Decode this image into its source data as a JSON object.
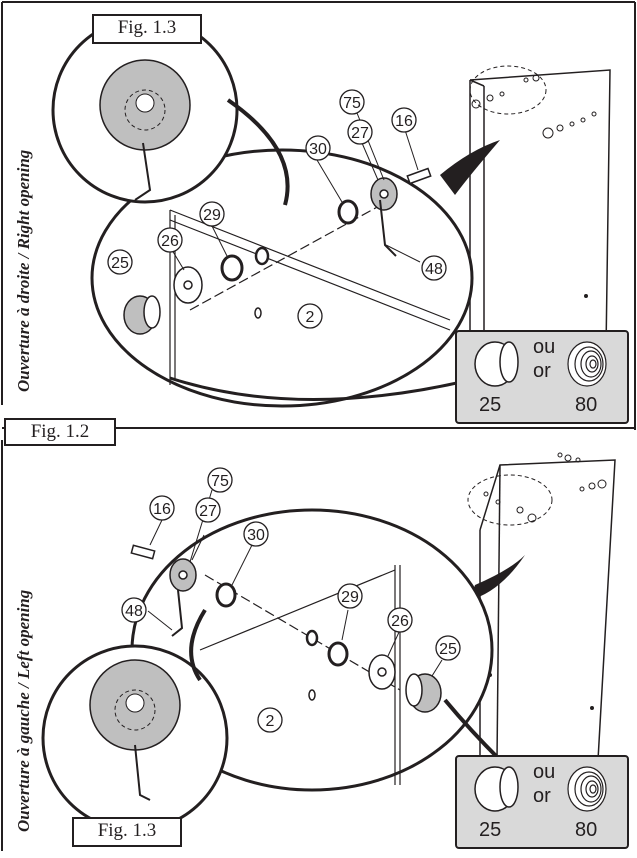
{
  "figures": {
    "fig_1_2": "Fig. 1.2",
    "fig_1_3_top": "Fig. 1.3",
    "fig_1_3_bottom": "Fig. 1.3"
  },
  "side_labels": {
    "top": "Ouverture à droite / Right opening",
    "bottom": "Ouverture à gauche / Left opening"
  },
  "top_panel": {
    "callouts": {
      "p75": "75",
      "p27": "27",
      "p16": "16",
      "p30": "30",
      "p29": "29",
      "p26": "26",
      "p25": "25",
      "p48": "48",
      "p2": "2"
    },
    "inset": {
      "ou": "ou",
      "or": "or",
      "left_num": "25",
      "right_num": "80"
    }
  },
  "bottom_panel": {
    "callouts": {
      "p75": "75",
      "p16": "16",
      "p27": "27",
      "p30": "30",
      "p48": "48",
      "p29": "29",
      "p26": "26",
      "p25": "25",
      "p2": "2"
    },
    "inset": {
      "ou": "ou",
      "or": "or",
      "left_num": "25",
      "right_num": "80"
    }
  },
  "colors": {
    "line": "#231f20",
    "fill_grey": "#d9d9d9",
    "part_grey": "#bfbfbf"
  }
}
